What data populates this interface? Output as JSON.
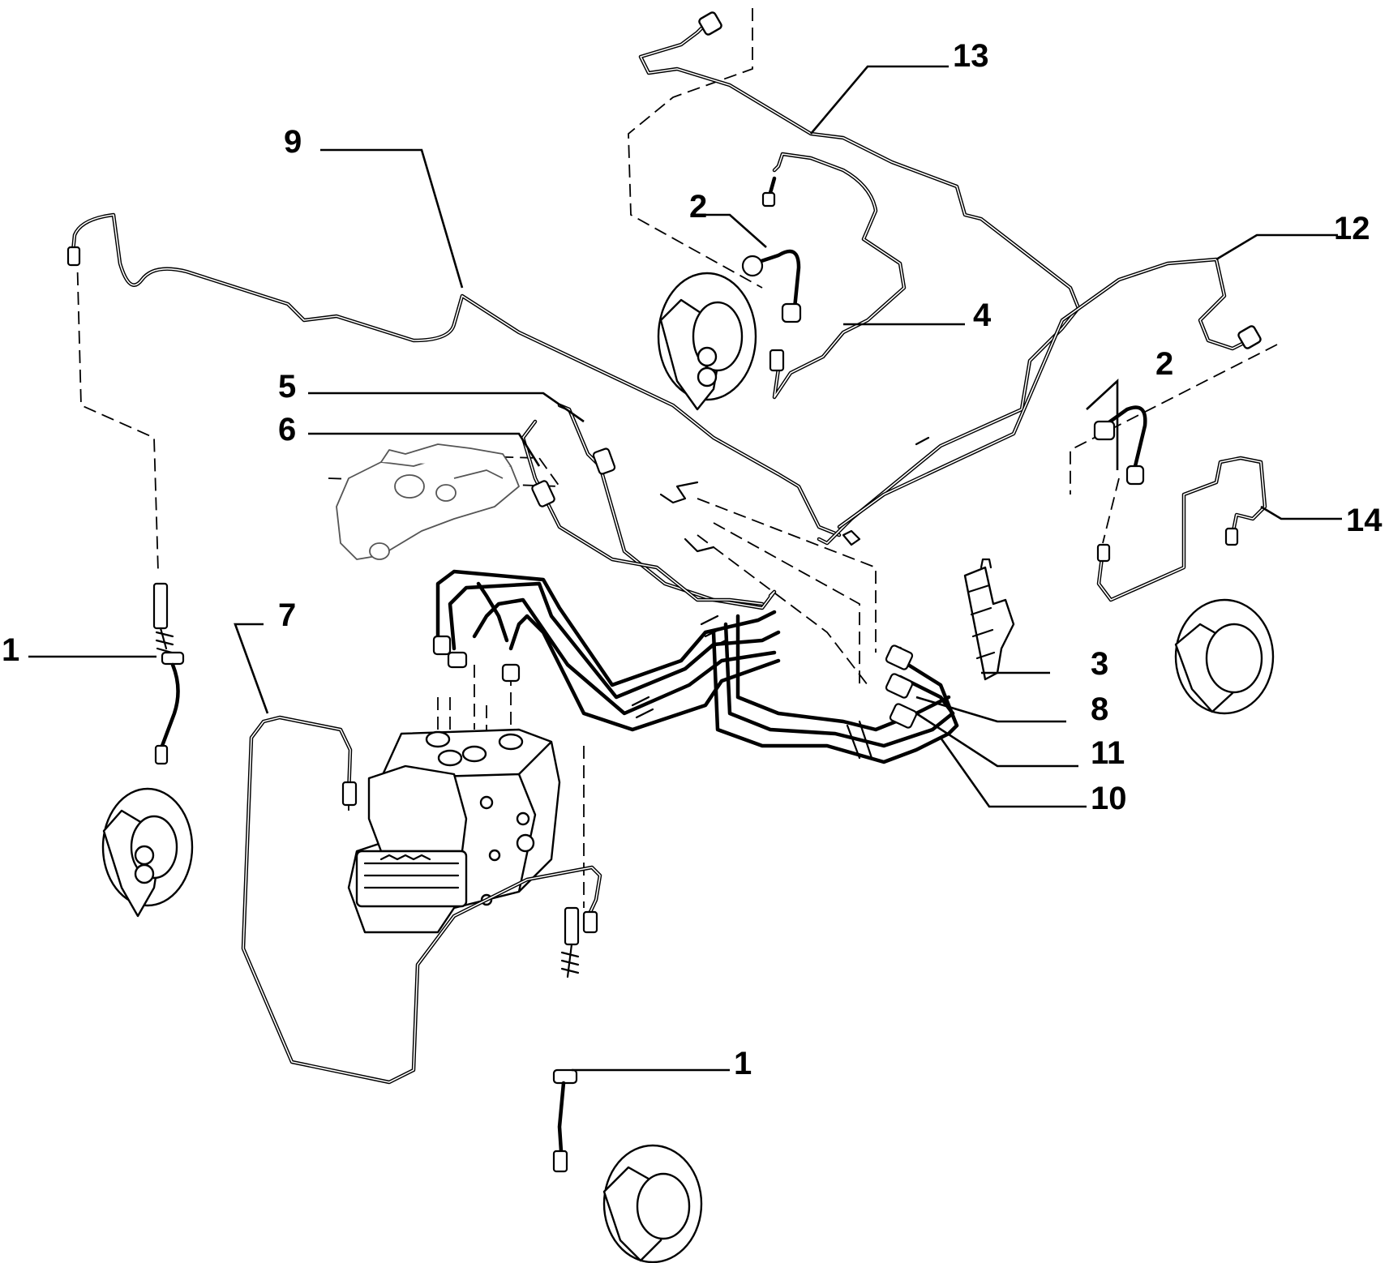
{
  "callouts": [
    {
      "id": "c1a",
      "text": "1"
    },
    {
      "id": "c1b",
      "text": "1"
    },
    {
      "id": "c2a",
      "text": "2"
    },
    {
      "id": "c2b",
      "text": "2"
    },
    {
      "id": "c3",
      "text": "3"
    },
    {
      "id": "c4",
      "text": "4"
    },
    {
      "id": "c5",
      "text": "5"
    },
    {
      "id": "c6",
      "text": "6"
    },
    {
      "id": "c7",
      "text": "7"
    },
    {
      "id": "c8",
      "text": "8"
    },
    {
      "id": "c9",
      "text": "9"
    },
    {
      "id": "c10",
      "text": "10"
    },
    {
      "id": "c11",
      "text": "11"
    },
    {
      "id": "c12",
      "text": "12"
    },
    {
      "id": "c13",
      "text": "13"
    },
    {
      "id": "c14",
      "text": "14"
    }
  ]
}
